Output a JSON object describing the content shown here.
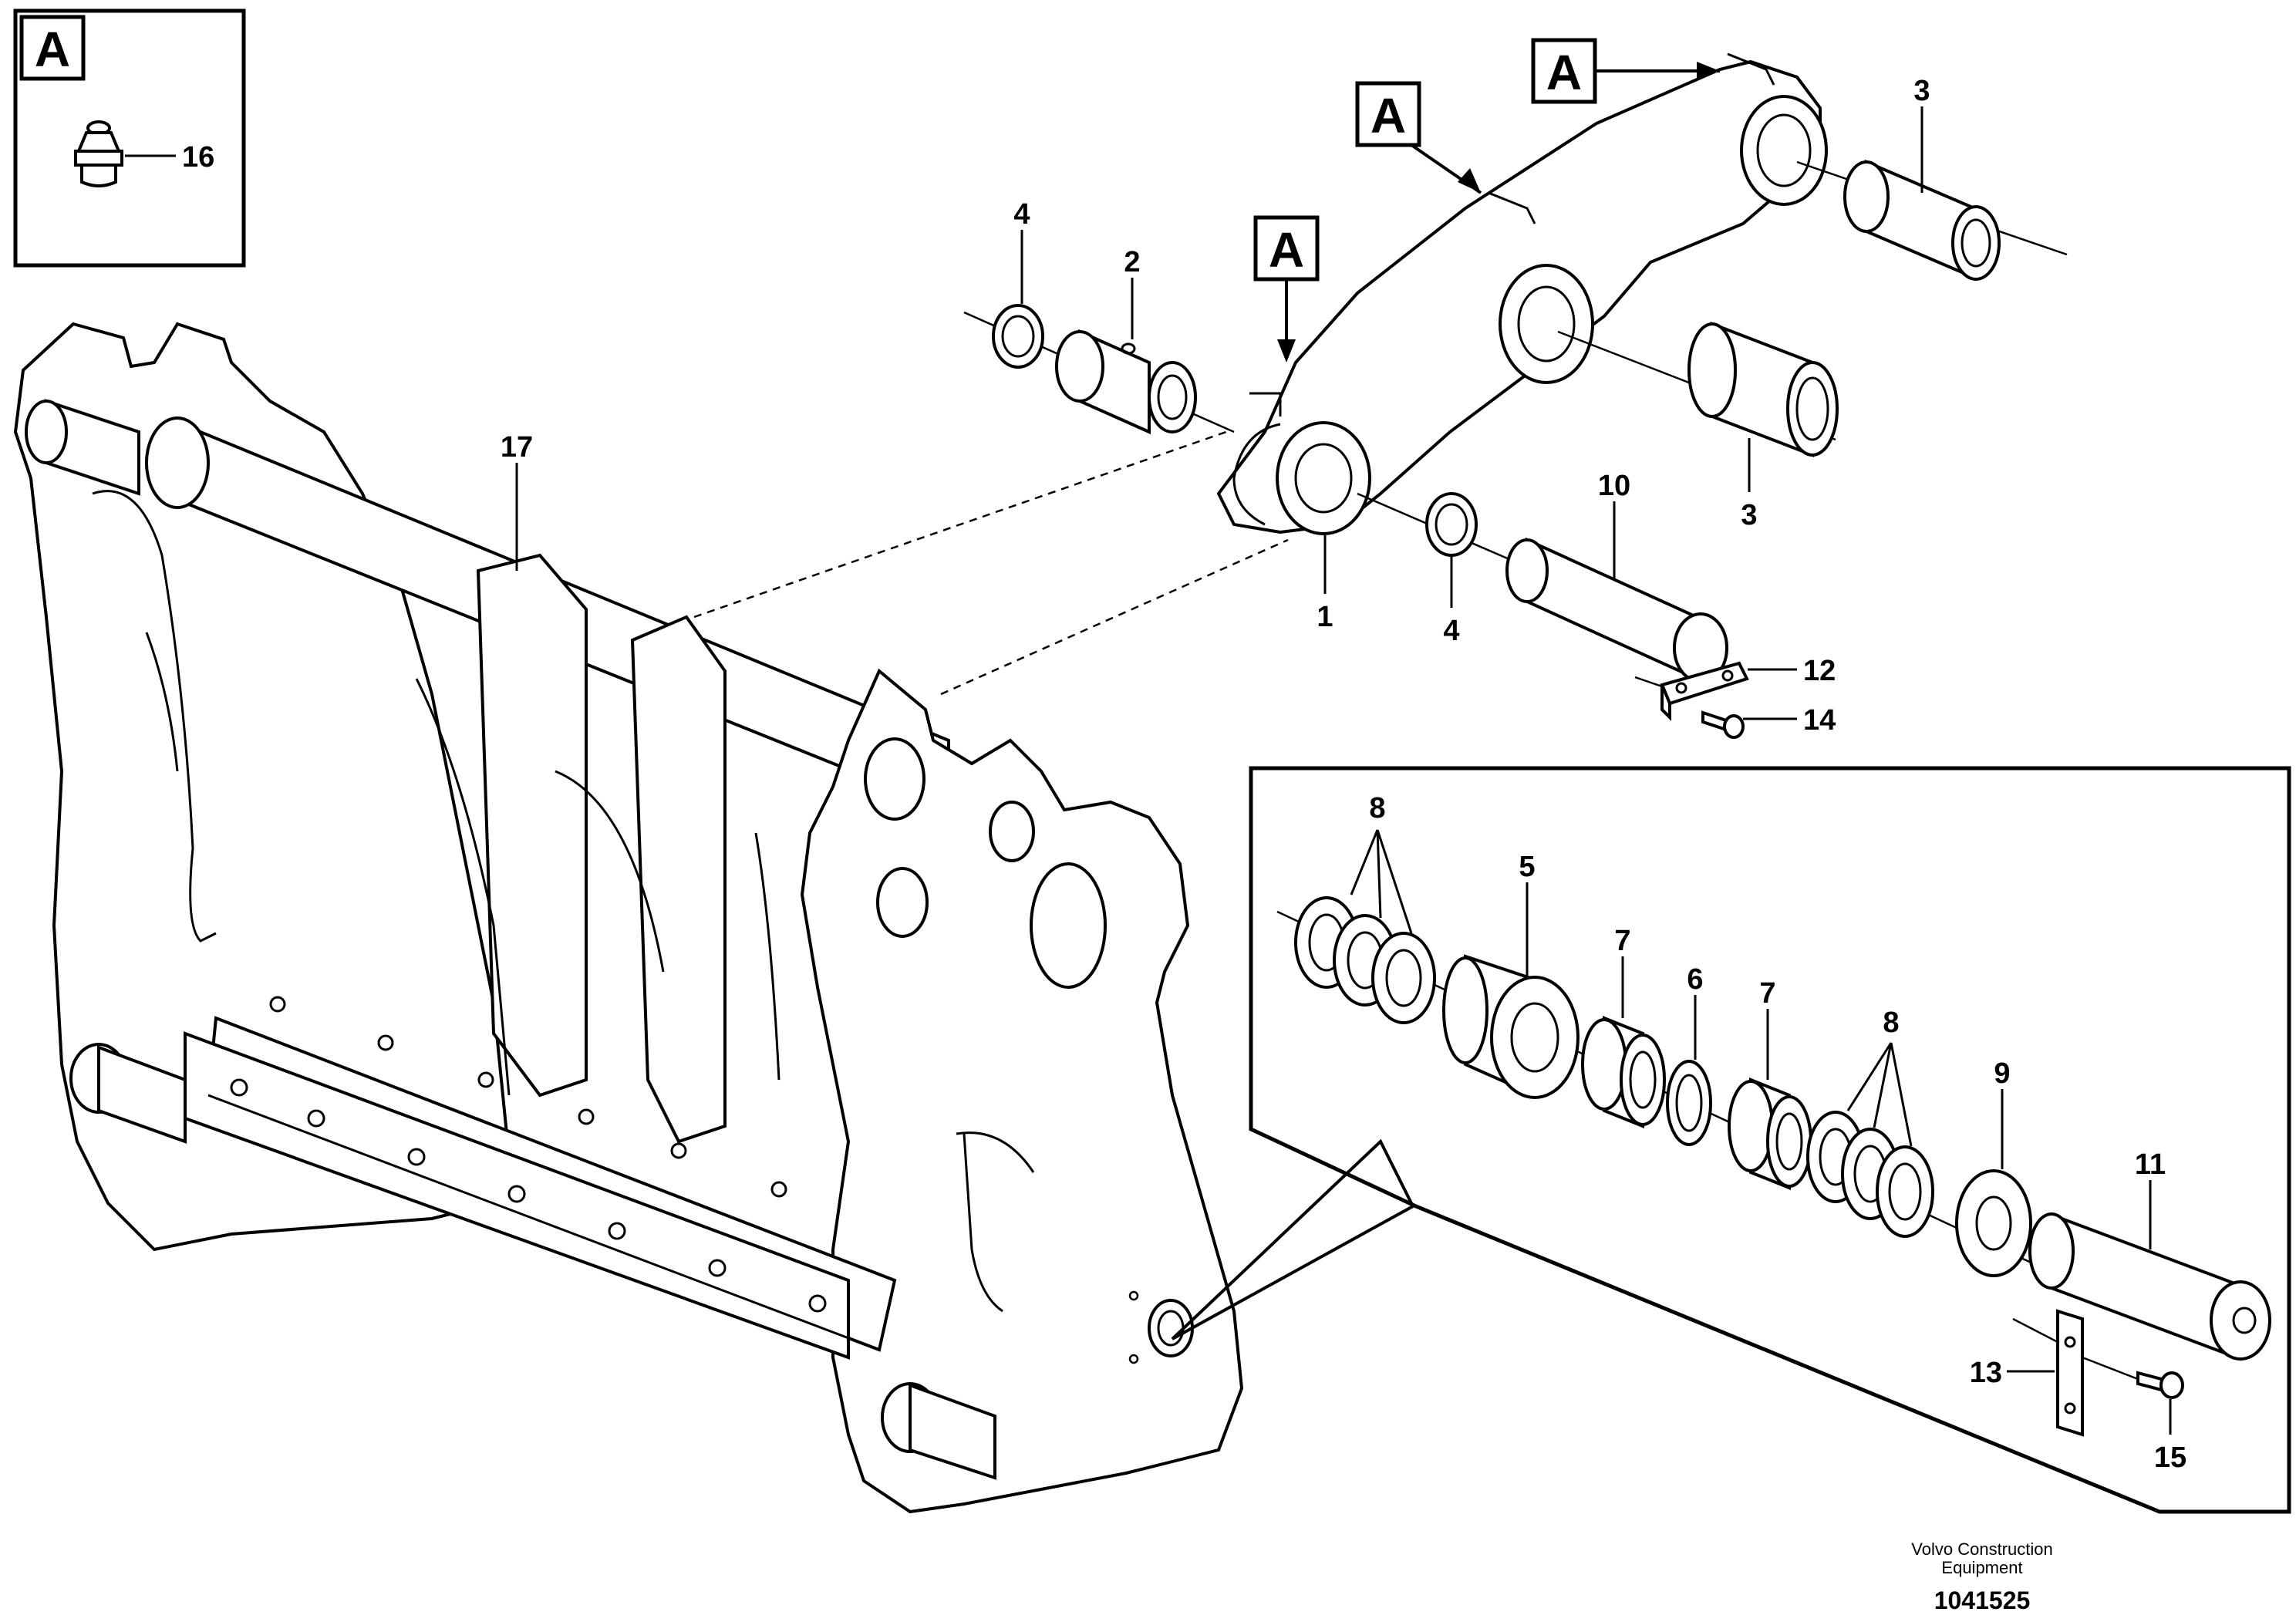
{
  "drawing": {
    "reference_marker": "A",
    "part_numbers": {
      "p1": "1",
      "p2": "2",
      "p3a": "3",
      "p3b": "3",
      "p4a": "4",
      "p4b": "4",
      "p5": "5",
      "p6": "6",
      "p7a": "7",
      "p7b": "7",
      "p8a": "8",
      "p8b": "8",
      "p9": "9",
      "p10": "10",
      "p11": "11",
      "p12": "12",
      "p13": "13",
      "p14": "14",
      "p15": "15",
      "p16": "16",
      "p17": "17"
    },
    "publisher_line1": "Volvo Construction",
    "publisher_line2": "Equipment",
    "drawing_number": "1041525"
  }
}
